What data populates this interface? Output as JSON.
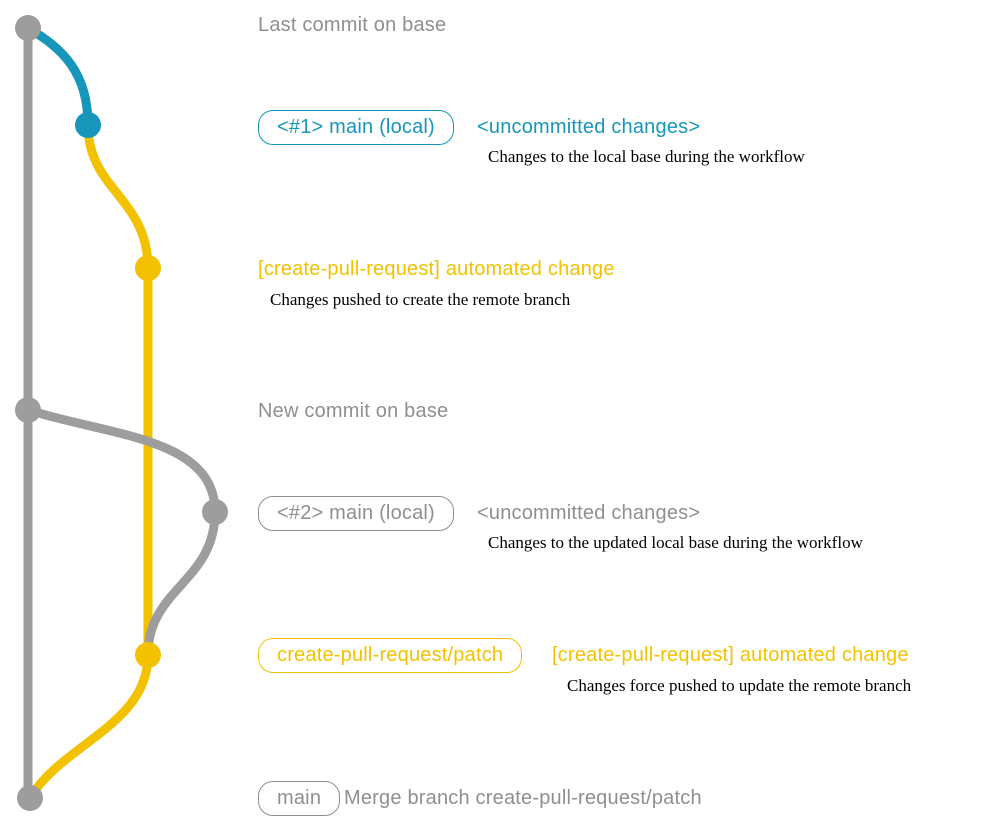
{
  "colors": {
    "color-gray": "#9d9d9d",
    "color-gray-text": "#8f8f8f",
    "color-blue": "#1596ba",
    "color-yellow": "#f2c200"
  },
  "graph": {
    "type": "git-commit-graph",
    "commits": [
      {
        "name": "last-commit-on-base",
        "branch": "base",
        "color": "gray"
      },
      {
        "name": "uncommitted-changes-1",
        "branch": "main-local-1",
        "color": "blue"
      },
      {
        "name": "automated-change-1",
        "branch": "create-pull-request-patch",
        "color": "yellow"
      },
      {
        "name": "new-commit-on-base",
        "branch": "base",
        "color": "gray"
      },
      {
        "name": "uncommitted-changes-2",
        "branch": "main-local-2",
        "color": "gray"
      },
      {
        "name": "automated-change-2",
        "branch": "create-pull-request-patch",
        "color": "yellow"
      },
      {
        "name": "merge-commit",
        "branch": "base",
        "color": "gray"
      }
    ]
  },
  "labels": {
    "last_commit": "Last commit on base",
    "branch1": "<#1> main (local)",
    "status1": "<uncommitted changes>",
    "note1": "Changes to the local base during the workflow",
    "commit1": "[create-pull-request] automated change",
    "note2": "Changes pushed to create the remote branch",
    "new_commit": "New commit on base",
    "branch2": "<#2> main (local)",
    "status2": "<uncommitted changes>",
    "note3": "Changes to the updated local base during the workflow",
    "patch_branch": "create-pull-request/patch",
    "commit2": "[create-pull-request] automated change",
    "note4": "Changes force pushed to update the remote branch",
    "main_branch": "main",
    "merge_message": "Merge branch create-pull-request/patch"
  }
}
